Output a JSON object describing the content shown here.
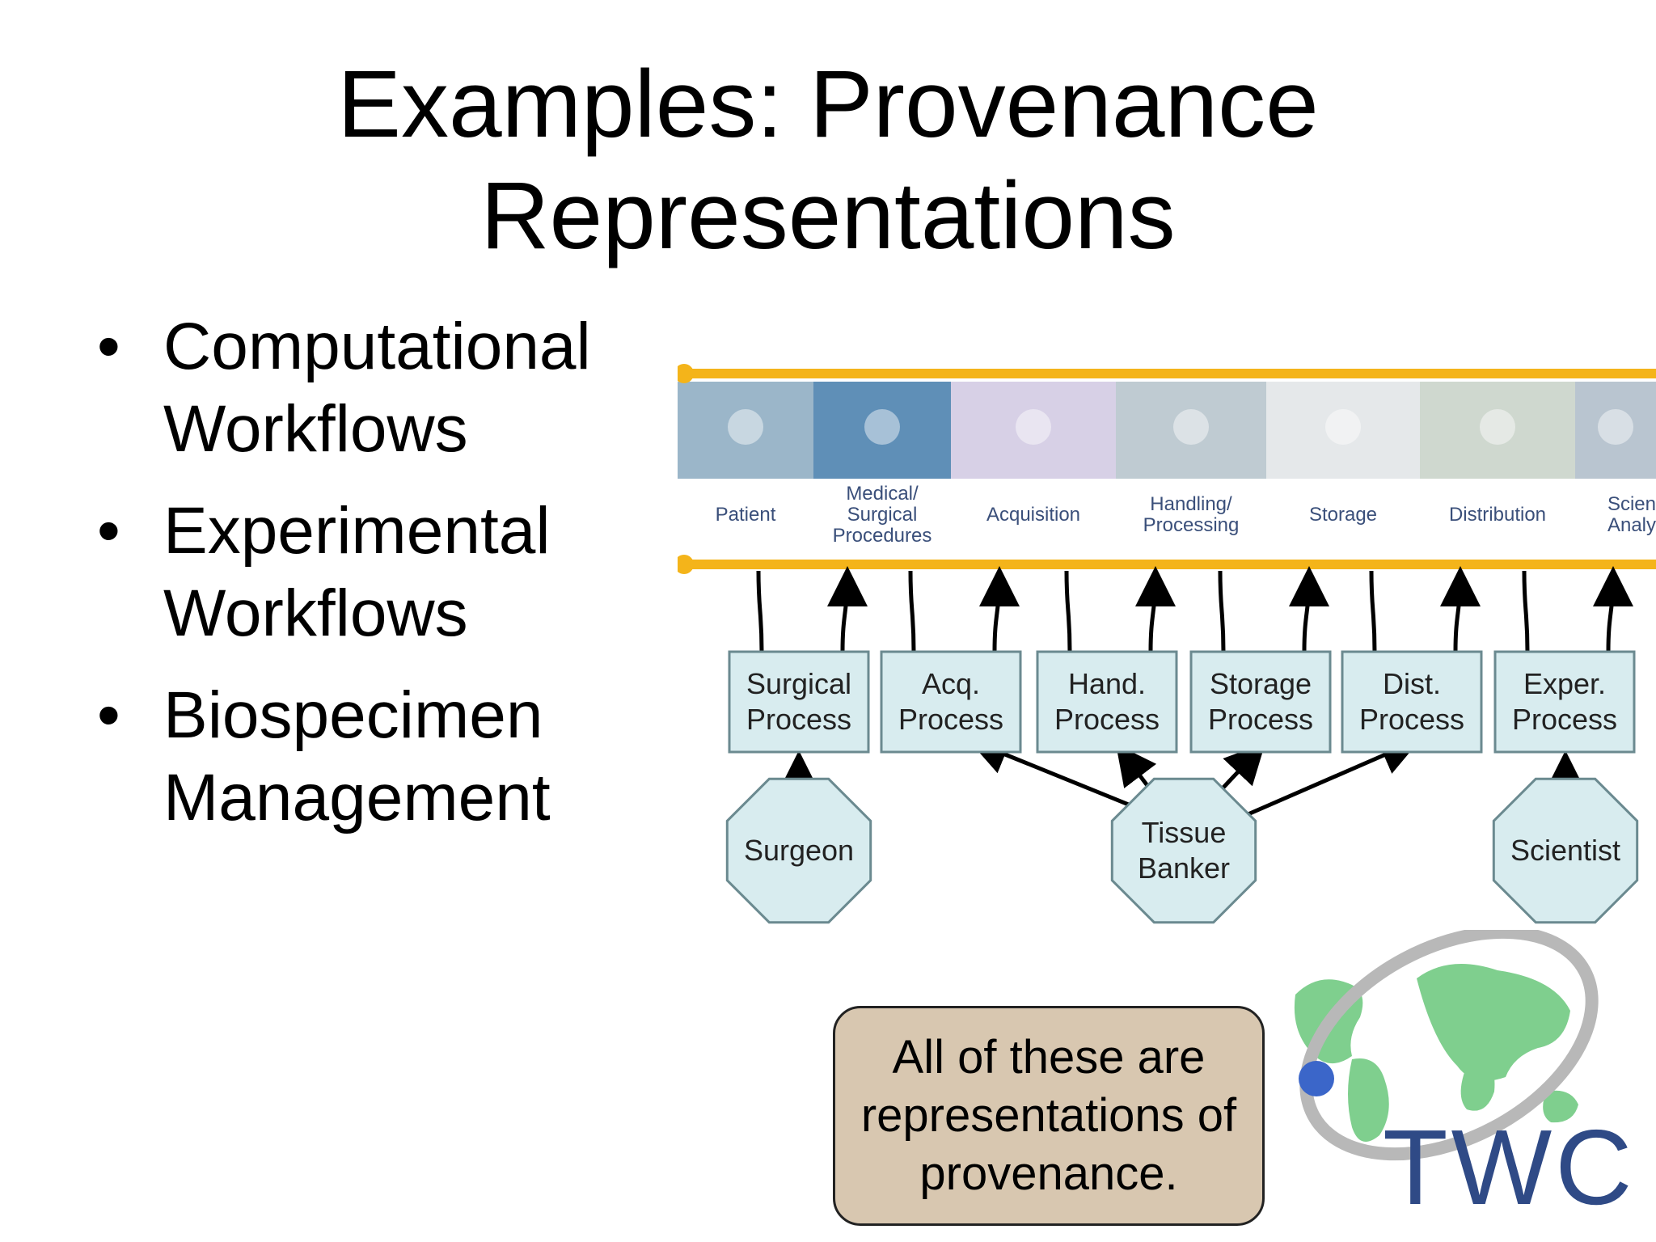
{
  "title": {
    "line1": "Examples: Provenance",
    "line2": "Representations"
  },
  "bullets": [
    {
      "line1": "Computational",
      "line2": "Workflows"
    },
    {
      "line1": "Experimental",
      "line2": "Workflows"
    },
    {
      "line1": "Biospecimen",
      "line2": "Management"
    }
  ],
  "bullet_symbol": "•",
  "diagram": {
    "stages": [
      [
        "Patient"
      ],
      [
        "Medical/",
        "Surgical",
        "Procedures"
      ],
      [
        "Acquisition"
      ],
      [
        "Handling/",
        "Processing"
      ],
      [
        "Storage"
      ],
      [
        "Distribution"
      ],
      [
        "Scien",
        "Analy"
      ]
    ],
    "processes": [
      {
        "line1": "Surgical",
        "line2": "Process"
      },
      {
        "line1": "Acq.",
        "line2": "Process"
      },
      {
        "line1": "Hand.",
        "line2": "Process"
      },
      {
        "line1": "Storage",
        "line2": "Process"
      },
      {
        "line1": "Dist.",
        "line2": "Process"
      },
      {
        "line1": "Exper.",
        "line2": "Process"
      }
    ],
    "agents": [
      {
        "lines": [
          "Surgeon"
        ]
      },
      {
        "lines": [
          "Tissue",
          "Banker"
        ]
      },
      {
        "lines": [
          "Scientist"
        ]
      }
    ],
    "colors": {
      "band": "#f4b41a",
      "box_fill": "#d8ecef",
      "box_stroke": "#6b8a90",
      "stage_text": "#3a4f7a"
    }
  },
  "callout": {
    "line1": "All of these are",
    "line2": "representations of",
    "line3": "provenance."
  },
  "logo": {
    "text": "TWC",
    "colors": {
      "text": "#2f4a86",
      "land": "#7fcf8e",
      "ring": "#b8b8b8",
      "dot": "#3b66c9"
    }
  }
}
